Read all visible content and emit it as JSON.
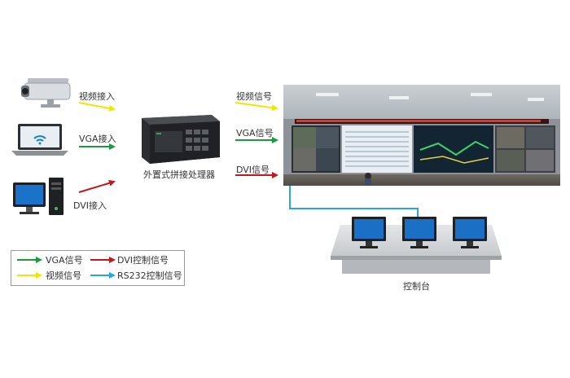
{
  "inputs": {
    "video_in": "视频接入",
    "vga_in": "VGA接入",
    "dvi_in": "DVI接入"
  },
  "processor": {
    "label": "外置式拼接处理器"
  },
  "outputs": {
    "video_signal": "视频信号",
    "vga_signal": "VGA信号",
    "dvi_signal": "DVI信号"
  },
  "console": {
    "label": "控制台"
  },
  "legend": {
    "vga": "VGA信号",
    "dvi_control": "DVI控制信号",
    "video": "视频信号",
    "rs232": "RS232控制信号"
  },
  "colors": {
    "vga": "#1a9c3c",
    "dvi": "#c4161c",
    "video": "#f2e600",
    "rs232": "#2aa6d8"
  },
  "icons": {
    "camera": "cctv-camera-icon",
    "laptop": "laptop-icon",
    "desktop": "desktop-pc-icon",
    "processor": "splicing-processor-icon",
    "videowall": "video-wall-photo",
    "console": "console-desk-icon"
  }
}
